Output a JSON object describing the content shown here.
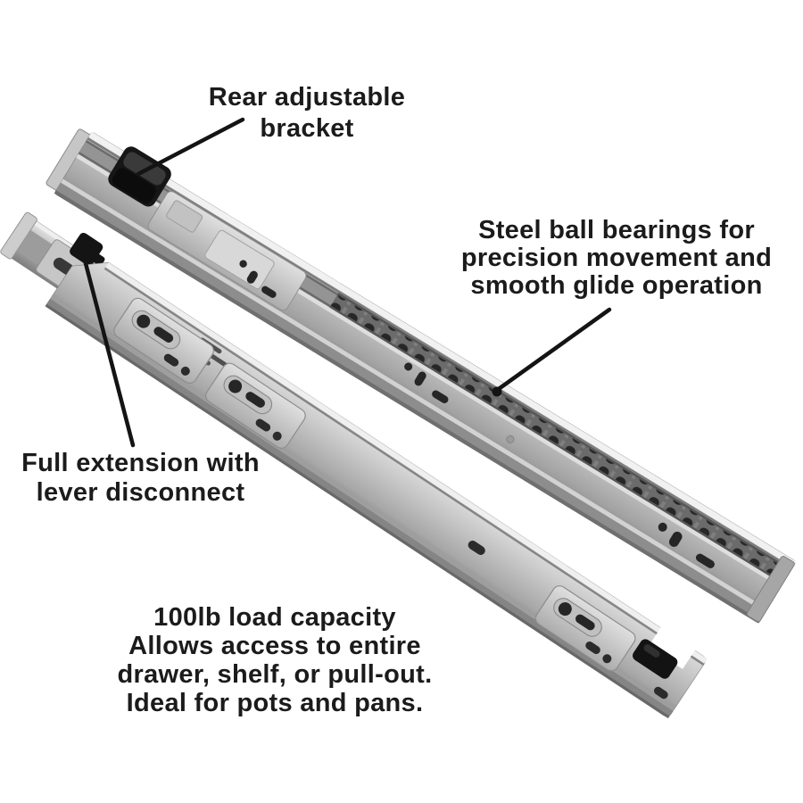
{
  "image_title": "Drawer slides feature diagram",
  "background_color": "#ffffff",
  "text_color": "#1b1b1b",
  "leader_line_color": "#141414",
  "metal_color": "#b0b0b0",
  "black_part_color": "#161616",
  "callouts": {
    "rear_bracket": {
      "lines": [
        "Rear adjustable",
        "bracket"
      ]
    },
    "ball_bearings": {
      "lines": [
        "Steel ball bearings for",
        "precision movement and",
        "smooth glide operation"
      ]
    },
    "full_extension": {
      "lines": [
        "Full extension with",
        "lever disconnect"
      ]
    },
    "load_capacity": {
      "lines": [
        "100lb load capacity",
        "Allows access to entire",
        "drawer, shelf, or pull-out.",
        "Ideal for pots and pans."
      ]
    }
  }
}
